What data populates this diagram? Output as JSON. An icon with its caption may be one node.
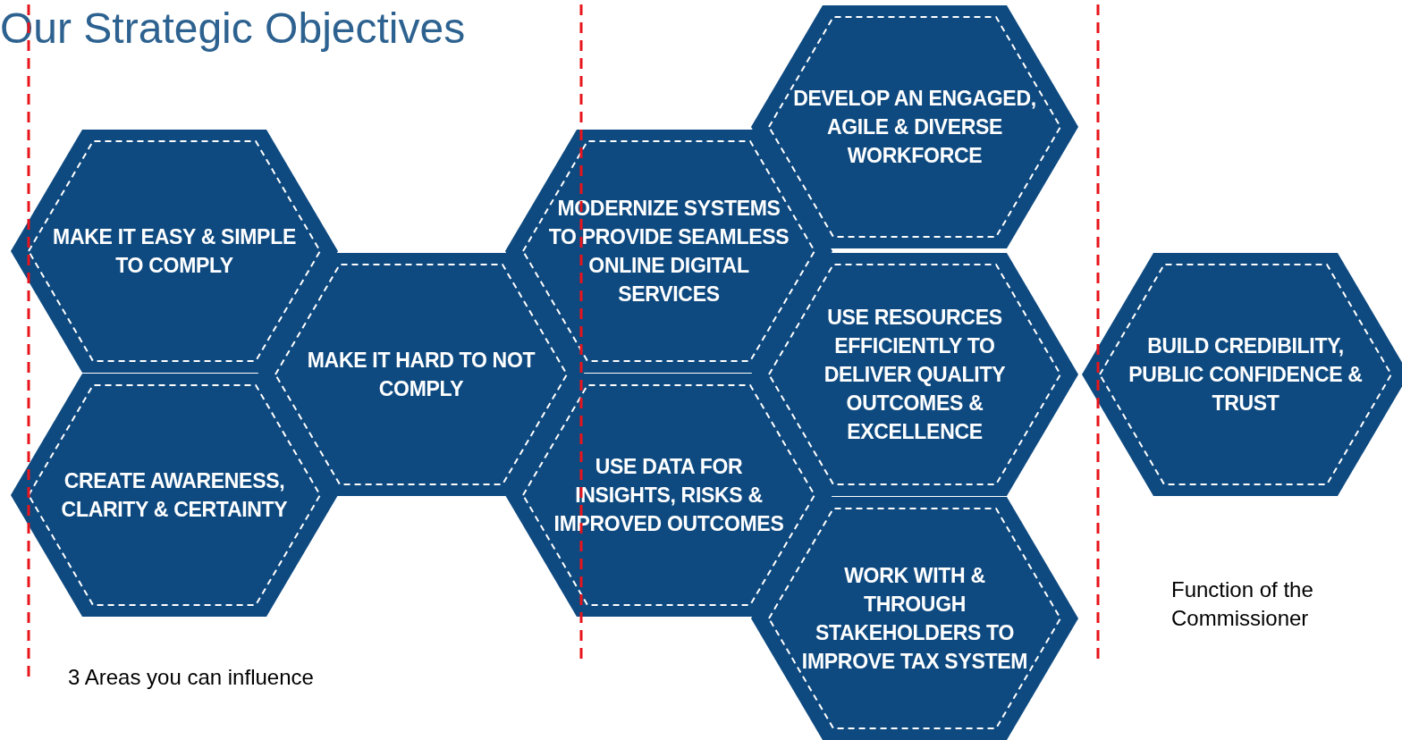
{
  "diagram": {
    "title": "Our Strategic Objectives",
    "nodes": [
      {
        "text": [
          "MAKE IT EASY & SIMPLE TO COMPLY"
        ]
      },
      {
        "text": [
          "CREATE AWARENESS, CLARITY & CERTAINTY"
        ]
      },
      {
        "text": [
          "MAKE IT HARD TO NOT COMPLY"
        ]
      },
      {
        "text": [
          "MODERNIZE SYSTEMS TO PROVIDE SEAMLESS ONLINE DIGITAL SERVICES"
        ]
      },
      {
        "text": [
          "USE DATA FOR INSIGHTS, RISKS & IMPROVED OUTCOMES"
        ]
      },
      {
        "text": [
          "DEVELOP AN ENGAGED, AGILE & DIVERSE WORKFORCE"
        ]
      },
      {
        "text": [
          "USE RESOURCES EFFICIENTLY TO DELIVER QUALITY OUTCOMES & EXCELLENCE"
        ]
      },
      {
        "text": [
          "WORK WITH & THROUGH STAKEHOLDERS TO IMPROVE TAX SYSTEM"
        ]
      },
      {
        "text": [
          "BUILD CREDIBILITY, PUBLIC CONFIDENCE & TRUST"
        ]
      }
    ],
    "edges": [],
    "labels": [
      "3 Areas you can influence",
      "Function of the Commissioner"
    ]
  }
}
